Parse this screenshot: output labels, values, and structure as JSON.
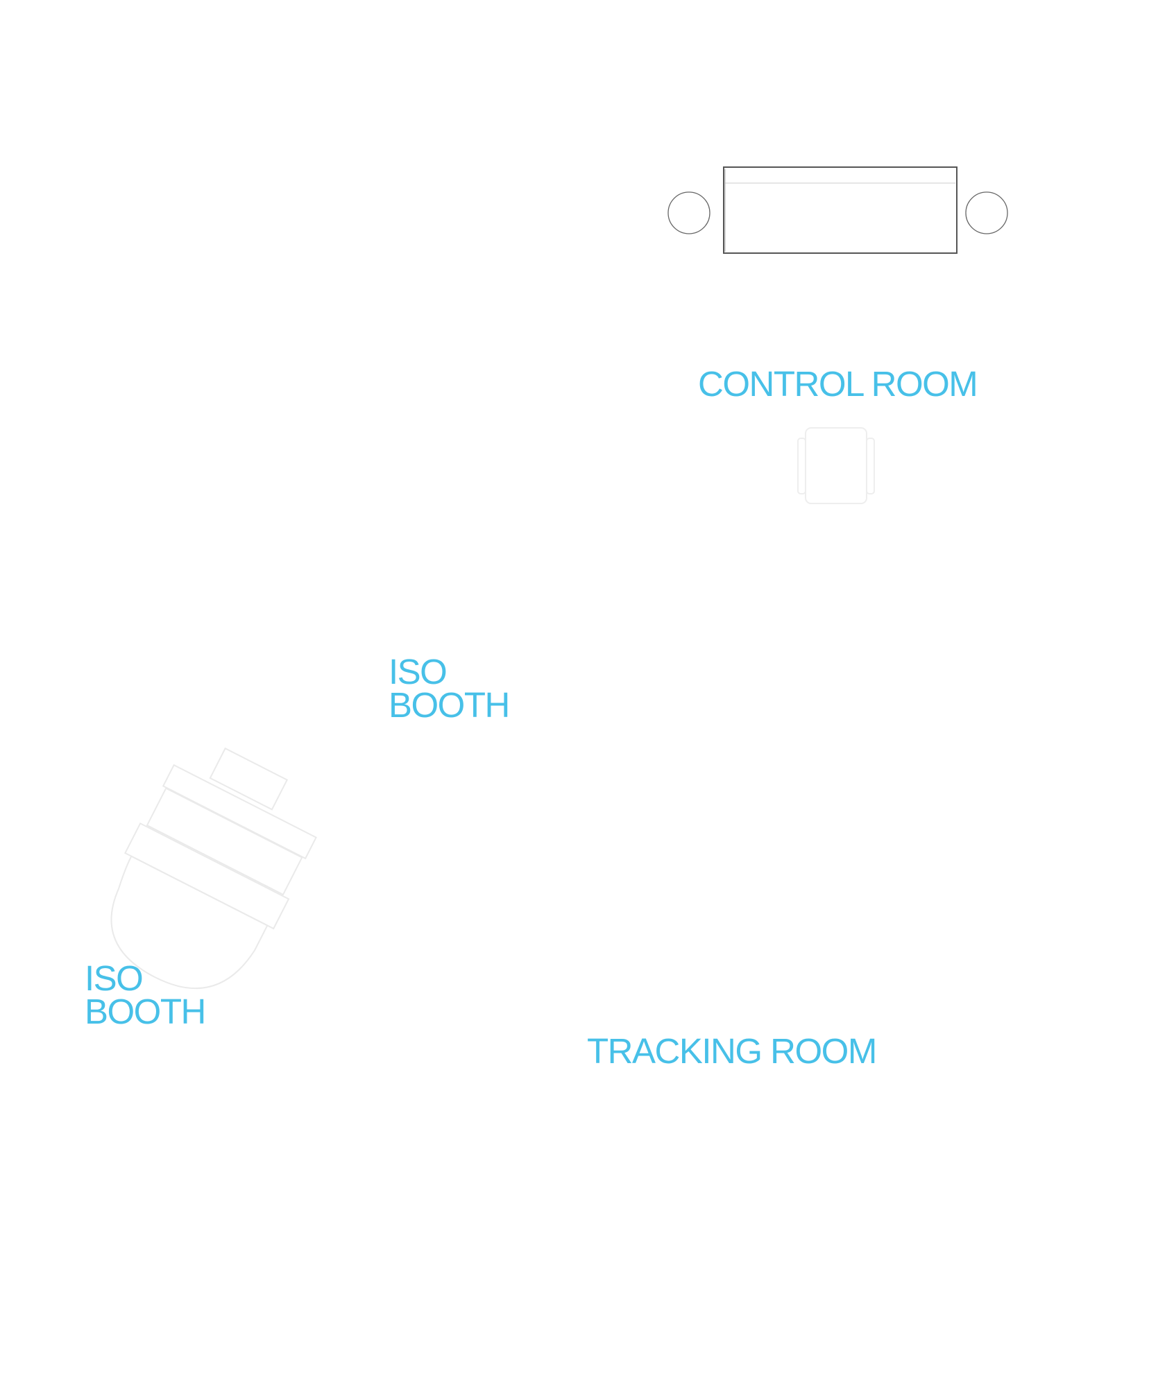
{
  "rooms": {
    "control_room": "CONTROL ROOM",
    "iso_booth_1": {
      "line1": "ISO",
      "line2": "BOOTH"
    },
    "iso_booth_2": {
      "line1": "ISO",
      "line2": "BOOTH"
    },
    "tracking_room": "TRACKING ROOM"
  },
  "colors": {
    "label": "#47c0e8",
    "furniture": "#555555",
    "faint": "#e8e8e8"
  },
  "icons": [
    "mixing-desk-icon",
    "speaker-icon",
    "chair-icon",
    "grand-piano-icon"
  ]
}
